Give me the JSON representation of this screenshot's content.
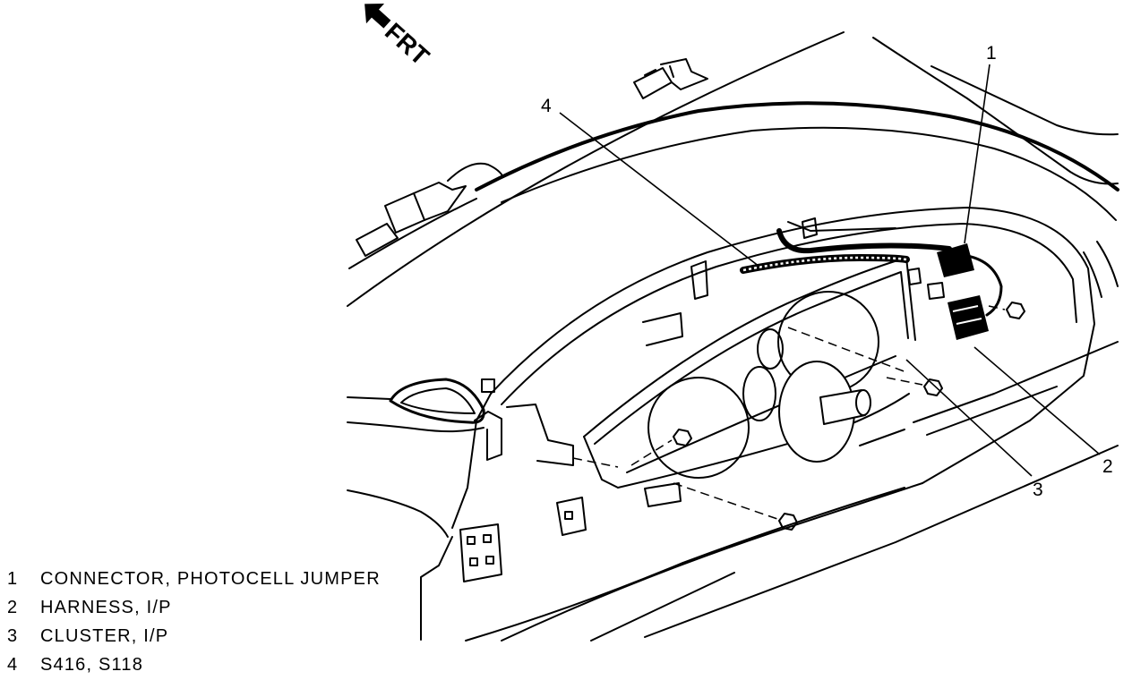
{
  "orientation": {
    "label": "FRT"
  },
  "callouts": [
    {
      "number": "1"
    },
    {
      "number": "2"
    },
    {
      "number": "3"
    },
    {
      "number": "4"
    }
  ],
  "legend": [
    {
      "number": "1",
      "text": "CONNECTOR, PHOTOCELL JUMPER"
    },
    {
      "number": "2",
      "text": "HARNESS, I/P"
    },
    {
      "number": "3",
      "text": "CLUSTER, I/P"
    },
    {
      "number": "4",
      "text": "S416, S118"
    }
  ]
}
